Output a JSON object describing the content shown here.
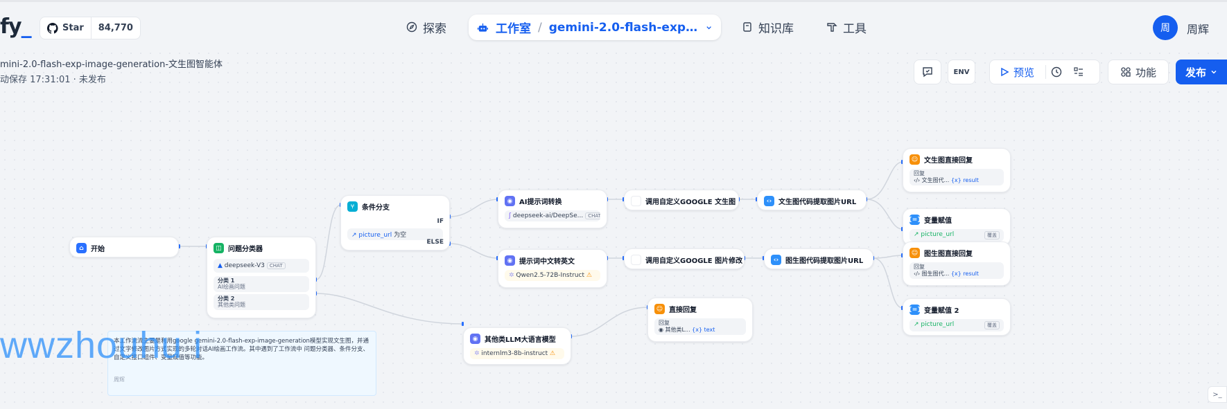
{
  "header": {
    "logo_text": "fy",
    "logo_dot": "_",
    "github": {
      "label": "Star",
      "count": "84,770"
    },
    "nav": {
      "explore": "探索",
      "studio": "工作室",
      "knowledge": "知识库",
      "tools": "工具"
    },
    "studio_app_name": "gemini-2.0-flash-exp-ima...",
    "user": {
      "avatar": "周",
      "name": "周辉"
    }
  },
  "workflow": {
    "title": "mini-2.0-flash-exp-image-generation-文生图智能体",
    "status": "动保存 17:31:01 · 未发布"
  },
  "toolbar": {
    "env": "ENV",
    "preview": "预览",
    "features": "功能",
    "publish": "发布"
  },
  "nodes": {
    "start": {
      "title": "开始"
    },
    "classifier": {
      "title": "问题分类器",
      "model": "deepseek-V3",
      "model_tag": "CHAT",
      "class1_label": "分类 1",
      "class1_value": "AI绘画问题",
      "class2_label": "分类 2",
      "class2_value": "其他类问题"
    },
    "ifelse": {
      "title": "条件分支",
      "if_label": "IF",
      "condition_var": "picture_url",
      "condition_op": "为空",
      "else_label": "ELSE"
    },
    "llm_prompt": {
      "title": "AI提示词转换",
      "model": "deepseek-ai/DeepSe...",
      "model_tag": "CHAT"
    },
    "google_gen": {
      "title": "调用自定义GOOGLE 文生图"
    },
    "code_gen": {
      "title": "文生图代码提取图片URL"
    },
    "answer_gen": {
      "title": "文生图直接回复",
      "label": "回复",
      "var_src": "文生图代...",
      "var_name": "result"
    },
    "assign1": {
      "title": "变量赋值",
      "var": "picture_url",
      "tag": "覆盖"
    },
    "llm_translate": {
      "title": "提示词中文转英文",
      "model": "Qwen2.5-72B-Instruct"
    },
    "google_edit": {
      "title": "调用自定义GOOGLE 图片修改"
    },
    "code_edit": {
      "title": "图生图代码提取图片URL"
    },
    "answer_edit": {
      "title": "图生图直接回复",
      "label": "回复",
      "var_src": "图生图代...",
      "var_name": "result"
    },
    "assign2": {
      "title": "变量赋值 2",
      "var": "picture_url",
      "tag": "覆盖"
    },
    "answer_direct": {
      "title": "直接回复",
      "label": "回复",
      "var_src": "其他类L...",
      "var_name": "text"
    },
    "llm_other": {
      "title": "其他类LLM大语言模型",
      "model": "internlm3-8b-instruct"
    }
  },
  "note": {
    "text": "本工作流流主要是利用google gemini-2.0-flash-exp-image-generation模型实现文生图，并通过文字修改图片方式实现的多轮对话AI绘画工作流。其中遇到了工作流中 问题分类器、条件分支、自定义接口组件、变量赋值等功能。",
    "author": "周辉"
  },
  "watermark": "wwzhouhu i",
  "colors": {
    "accent": "#155eef",
    "warning": "#f79009"
  }
}
